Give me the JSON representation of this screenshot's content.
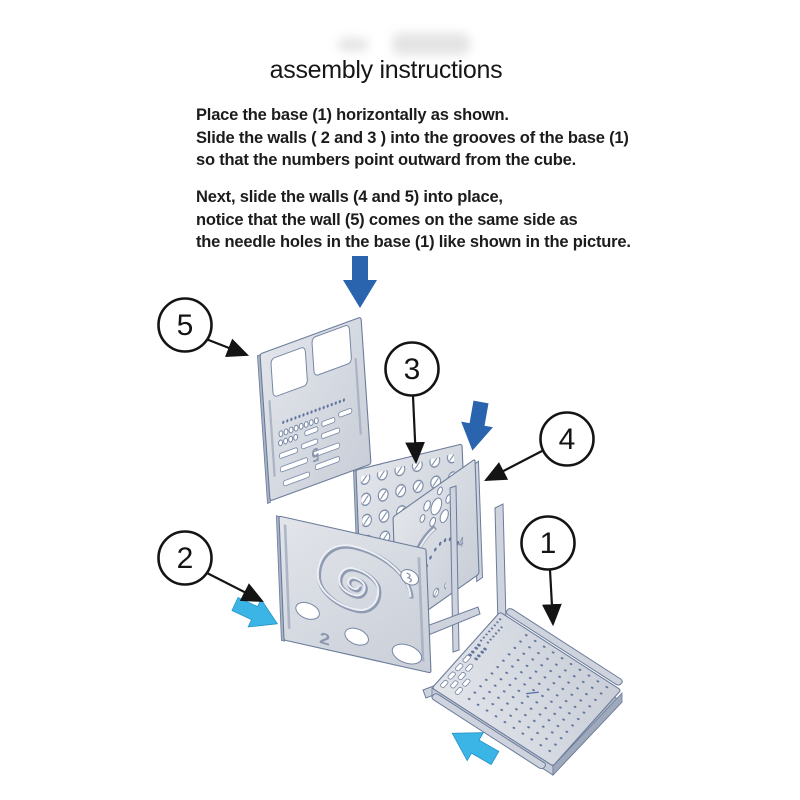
{
  "title": "assembly instructions",
  "instructions": {
    "para1": [
      "Place the base (1) horizontally as shown.",
      "Slide the walls ( 2 and 3 ) into the grooves of the base (1)",
      "so that the numbers point outward from the cube."
    ],
    "para2": [
      "Next, slide the walls (4 and 5) into place,",
      "notice that the wall (5) comes on the same side as",
      "the needle holes in the base (1) like shown in the picture."
    ]
  },
  "callouts": {
    "c1": {
      "label": "1",
      "part": "base board with needle holes"
    },
    "c2": {
      "label": "2",
      "part": "spiral wall"
    },
    "c3": {
      "label": "3",
      "part": "screw-hole wall"
    },
    "c4": {
      "label": "4",
      "part": "crescent wall"
    },
    "c5": {
      "label": "5",
      "part": "window wall"
    }
  },
  "part_markings": {
    "wall2": "2",
    "wall4": "4",
    "wall5": "5"
  },
  "colors": {
    "insert_arrow": "#2a63ae",
    "slide_arrow": "#3ab5e6",
    "panel_fill": "#d5d8de",
    "panel_edge": "#6b7c9b",
    "ink": "#141414"
  }
}
